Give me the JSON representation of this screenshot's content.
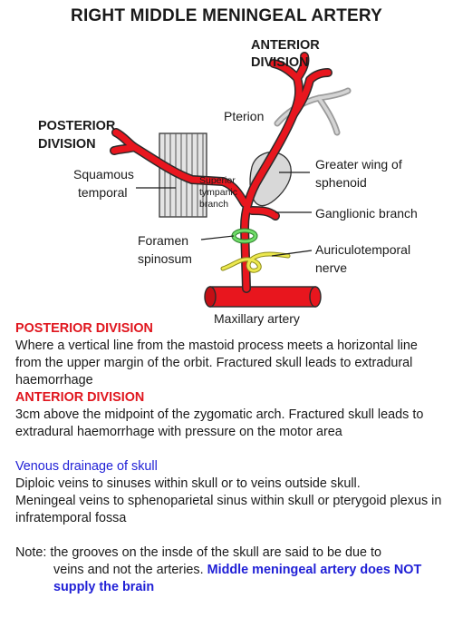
{
  "title": "RIGHT MIDDLE MENINGEAL ARTERY",
  "diagram": {
    "labels": {
      "anterior_division_1": "ANTERIOR",
      "anterior_division_2": "DIVISION",
      "posterior_division_1": "POSTERIOR",
      "posterior_division_2": "DIVISION",
      "pterion": "Pterion",
      "squamous_1": "Squamous",
      "squamous_2": "temporal",
      "superior_1": "Superior",
      "superior_2": "tympanic",
      "superior_3": "branch",
      "greater_wing_1": "Greater wing of",
      "greater_wing_2": "sphenoid",
      "ganglionic": "Ganglionic branch",
      "foramen_1": "Foramen",
      "foramen_2": "spinosum",
      "auriculo_1": "Auriculotemporal",
      "auriculo_2": "nerve",
      "maxillary": "Maxillary artery"
    },
    "colors": {
      "artery": "#e8161e",
      "artery_outline": "#2a2a2a",
      "bone": "#d9d9d9",
      "foramen_ring": "#5fd35a",
      "nerve": "#e6e44a"
    }
  },
  "notes": {
    "posterior_heading": "POSTERIOR DIVISION",
    "posterior_text": "Where a vertical line from the mastoid process meets a horizontal line from the upper margin of the orbit. Fractured skull leads to extradural haemorrhage",
    "anterior_heading": "ANTERIOR DIVISION",
    "anterior_text": "3cm above the midpoint of the zygomatic arch. Fractured skull leads to extradural haemorrhage with pressure on the motor area",
    "venous_heading": "Venous drainage of skull",
    "venous_line1": "Diploic veins to sinuses within skull or to veins outside skull.",
    "venous_line2": "Meningeal veins to sphenoparietal sinus within skull or pterygoid plexus in infratemporal fossa",
    "note_lead": "Note: the grooves on the insde of the skull are said to be due to",
    "note_cont": "veins and not the arteries.",
    "note_bold": "Middle meningeal artery does NOT supply the brain"
  }
}
